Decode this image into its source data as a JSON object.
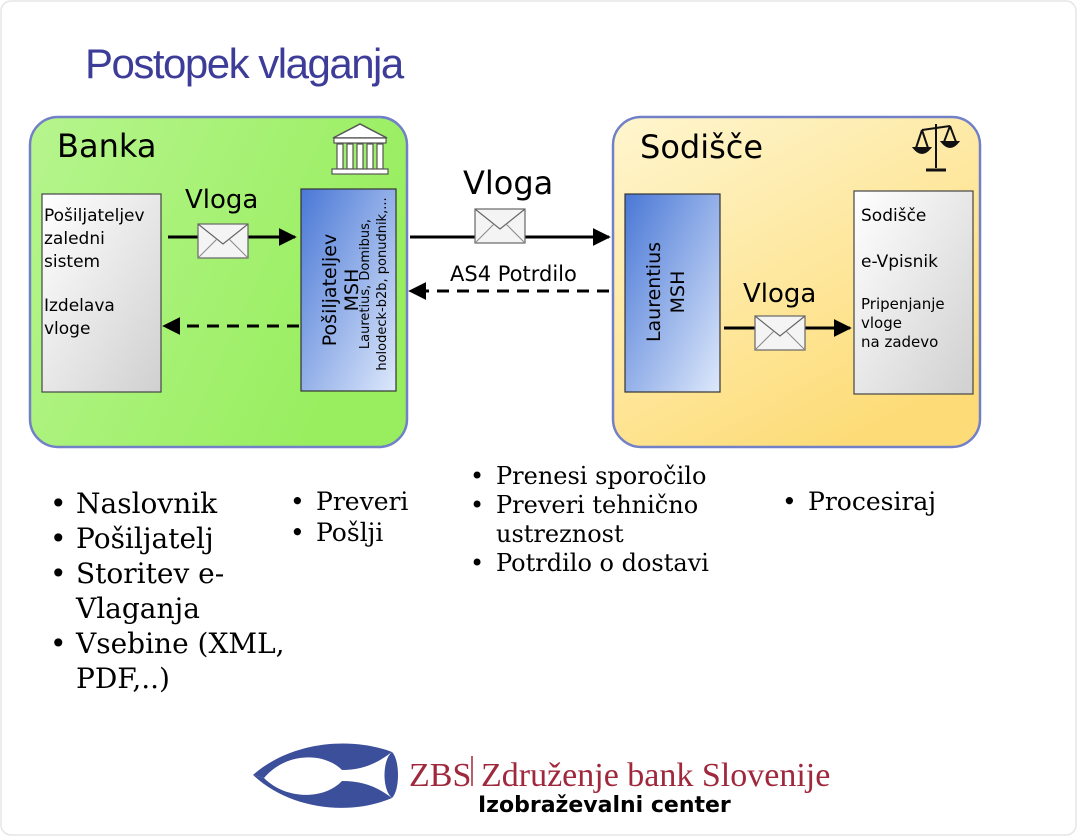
{
  "title": "Postopek vlaganja",
  "bank": {
    "label": "Banka",
    "backend_lines": [
      "Pošiljateljev",
      "zaledni",
      "sistem"
    ],
    "backend_action_lines": [
      "Izdelava",
      "vloge"
    ],
    "msh_title_lines": [
      "Pošiljateljev",
      "MSH"
    ],
    "msh_sub_lines": [
      "Lauretius, Domibus,",
      "holodeck-b2b, ponudnik,..."
    ],
    "arrow_label": "Vloga",
    "icon": "bank-building-icon"
  },
  "court": {
    "label": "Sodišče",
    "msh_lines": [
      "Laurentius",
      "MSH"
    ],
    "arrow_label": "Vloga",
    "system_name": "Sodišče",
    "system_app": "e-Vpisnik",
    "system_action_lines": [
      "Pripenjanje",
      "vloge",
      "na zadevo"
    ],
    "icon": "scales-icon"
  },
  "transfer": {
    "label": "Vloga",
    "receipt_label": "AS4 Potrdilo"
  },
  "bullets": {
    "col1": [
      "Naslovnik",
      "Pošiljatelj",
      "Storitev e-Vlaganja",
      "Vsebine (XML, PDF,..)"
    ],
    "col2": [
      "Preveri",
      "Pošlji"
    ],
    "col3": [
      "Prenesi sporočilo",
      "Preveri tehnično ustreznost",
      "Potrdilo o dostavi"
    ],
    "col4": [
      "Procesiraj"
    ]
  },
  "footer": {
    "logo_text": "ZBS",
    "org_name": "Združenje bank Slovenije",
    "subtitle": "Izobraževalni center",
    "logo_icon": "zbs-logo-icon"
  },
  "colors": {
    "title": "#3d3d99",
    "bank_panel": "#a5f37a",
    "court_panel": "#fde89a",
    "panel_border": "#7280c8",
    "msh_blue": "#5a8ad8",
    "logo_blue": "#3b4f9a",
    "logo_red": "#a0283c"
  }
}
